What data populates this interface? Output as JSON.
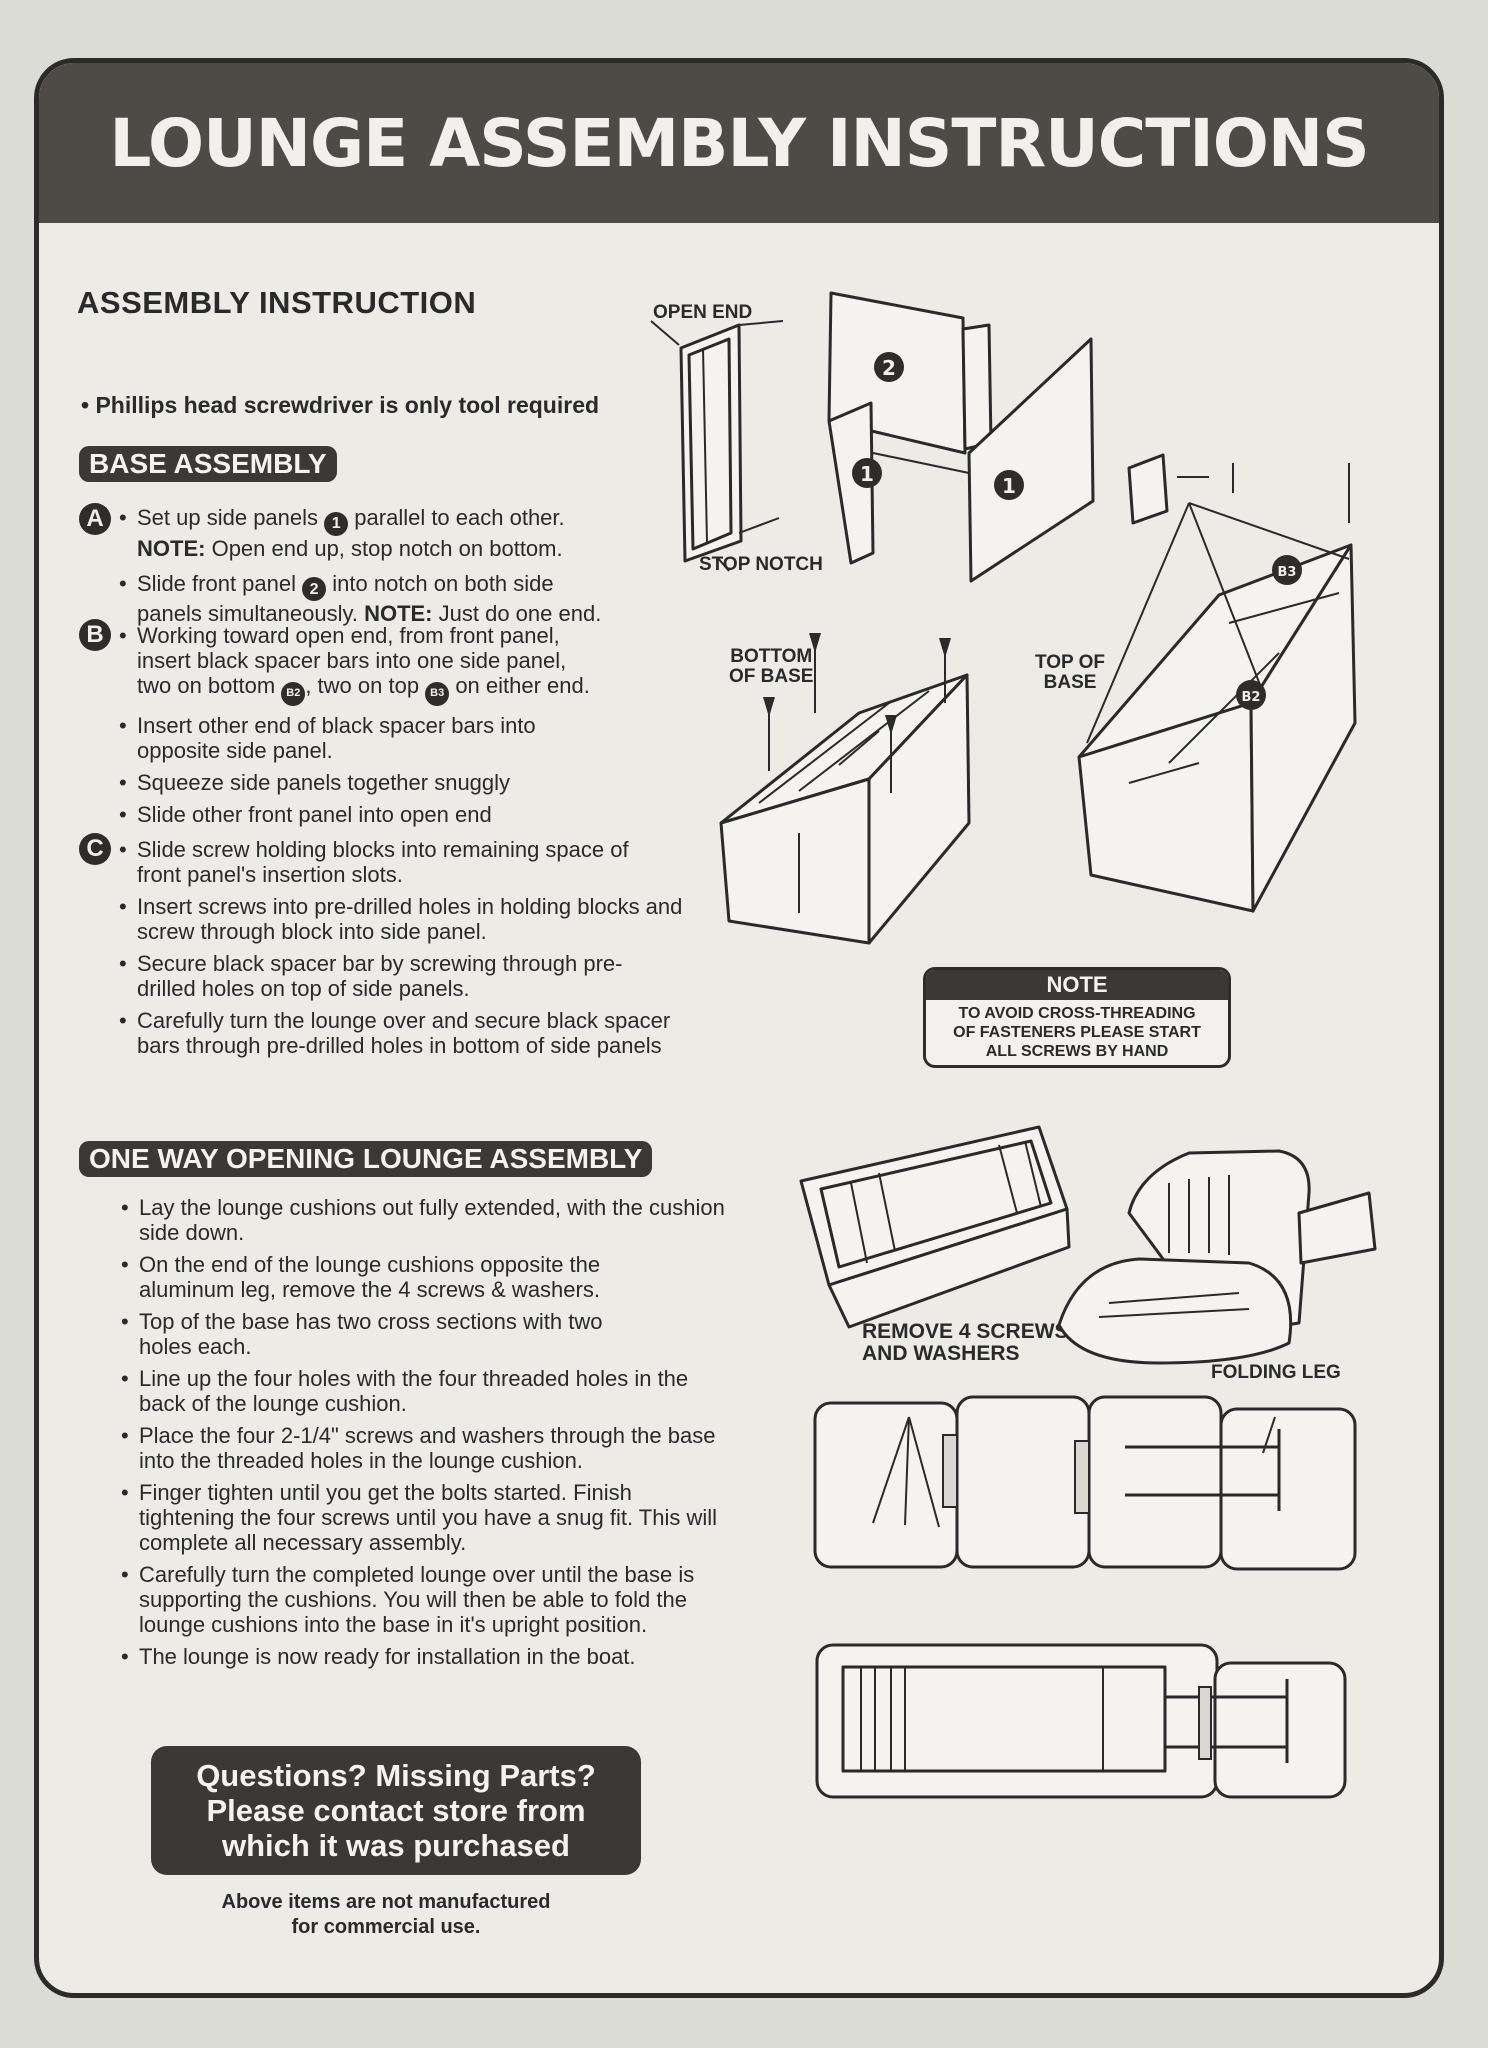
{
  "title": "LOUNGE ASSEMBLY INSTRUCTIONS",
  "intro": {
    "heading": "ASSEMBLY  INSTRUCTION",
    "tool_note": "Phillips head screwdriver is only tool required"
  },
  "base_assembly": {
    "heading": "BASE ASSEMBLY",
    "steps": {
      "A": {
        "letter": "A",
        "b1_pre": "Set up side panels",
        "b1_post": "parallel to each other.",
        "b1_note_label": "NOTE:",
        "b1_note": "Open end up, stop notch on bottom.",
        "b2_pre": "Slide front panel",
        "b2_post": "into notch on both side",
        "b2_line2_pre": "panels simultaneously.",
        "b2_note_label": "NOTE:",
        "b2_note": "Just do one end."
      },
      "B": {
        "letter": "B",
        "b1_line1": "Working toward open end, from front panel,",
        "b1_line2": "insert black spacer bars into one side panel,",
        "b1_line3_a": "two on bottom",
        "b1_line3_b": ", two on top",
        "b1_line3_c": "on either end.",
        "b2": "Insert other end of black spacer bars into opposite side panel.",
        "b3": "Squeeze side panels together snuggly",
        "b4": "Slide other front panel into open end"
      },
      "C": {
        "letter": "C",
        "b1": "Slide screw holding blocks into remaining space of front panel's insertion slots.",
        "b2": "Insert screws into pre-drilled holes in holding blocks and screw through block into side panel.",
        "b3": "Secure black spacer bar by screwing through pre-drilled holes on top of side panels.",
        "b4": "Carefully turn the lounge over and secure black spacer bars through pre-drilled  holes in bottom of side panels"
      }
    },
    "badges": {
      "one": "1",
      "two": "2",
      "b2": "B2",
      "b3": "B3"
    }
  },
  "one_way": {
    "heading": "ONE WAY OPENING LOUNGE ASSEMBLY",
    "items": [
      "Lay the lounge cushions out fully extended, with the cushion side down.",
      "On the end of the lounge cushions opposite the aluminum leg, remove the 4 screws & washers.",
      "Top of the base has two cross sections with two holes each.",
      "Line up the four holes with the four threaded holes in the back of the lounge cushion.",
      "Place the four 2-1/4\" screws and washers through the base into the threaded holes in the lounge cushion.",
      "Finger tighten until you get the bolts started. Finish tightening the four screws until you have a snug fit. This will complete all necessary assembly.",
      "Carefully turn the completed lounge over until the base is supporting the cushions. You will then be able to fold the lounge cushions into the base in it's upright position.",
      "The lounge is now ready for installation in the boat."
    ]
  },
  "diagram_labels": {
    "open_end": "OPEN END",
    "stop_notch": "STOP NOTCH",
    "bottom_of_base": "BOTTOM\nOF BASE",
    "top_of_base": "TOP OF\nBASE",
    "remove_screws": "REMOVE 4 SCREWS\nAND WASHERS",
    "folding_leg": "FOLDING LEG"
  },
  "note_box": {
    "title": "NOTE",
    "body": "TO AVOID CROSS-THREADING\nOF FASTENERS PLEASE START\nALL SCREWS BY HAND"
  },
  "contact": {
    "line1": "Questions? Missing Parts?",
    "line2": "Please contact store from",
    "line3": "which it was purchased"
  },
  "footer": {
    "line1": "Above items are not manufactured",
    "line2": "for commercial use."
  }
}
